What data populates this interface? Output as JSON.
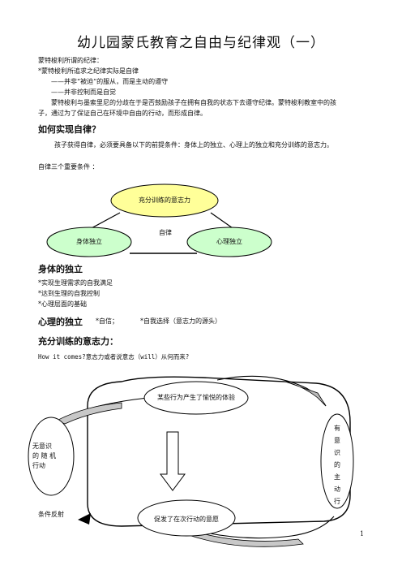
{
  "doc": {
    "title": "幼儿园蒙氏教育之自由与纪律观（一）",
    "intro": {
      "line1": "蒙特梭利所谓的纪律：",
      "line2": "*蒙特梭利所追求之纪律实际是自律",
      "line3": "——并非“被迫”的服从，而是主动的遵守",
      "line4": "——并非控制而是自觉",
      "para_a": "蒙特梭利与墨索里尼的分歧在于是否鼓励孩子在拥有自我的状态下去遵守纪律。蒙特梭利教室中的孩",
      "para_b": "子，通过为了保证自己在环境中自由的行动，而形成自律。"
    },
    "section1": {
      "heading": "如何实现自律？",
      "body": "孩子获得自律，必须要具备以下的前提条件：身体上的独立、心理上的独立和充分训练的意志力。",
      "label": "自律三个重要条件 ："
    },
    "triangle": {
      "top": "充分训练的意志力",
      "center": "自律",
      "left": "身体独立",
      "right": "心理独立"
    },
    "section2": {
      "heading": "身体的独立",
      "items": [
        "*实现生理需求的自我满足",
        "*达到生理的自我控制",
        "*心理层面的基础"
      ]
    },
    "section3": {
      "heading": "心理的独立",
      "item1": "*自信；",
      "item2": "*自我选择（意志力的源头）"
    },
    "section4": {
      "heading": "充分训练的意志力：",
      "question": "How it comes?意志力或者说意志（will）从何而来?"
    },
    "cycle": {
      "top": "某些行为产生了愉悦的体验",
      "left_lines": [
        "无意识",
        "的 随 机",
        "行动"
      ],
      "right_chars": [
        "有",
        "意",
        "识",
        "的",
        "主",
        "动",
        "行"
      ],
      "bottom": "促发了在次行动的意愿",
      "bottom_left": "条件反射"
    },
    "page_number": "1",
    "colors": {
      "top_ellipse": "#ffff99",
      "side_ellipse": "#ccffcc"
    }
  }
}
